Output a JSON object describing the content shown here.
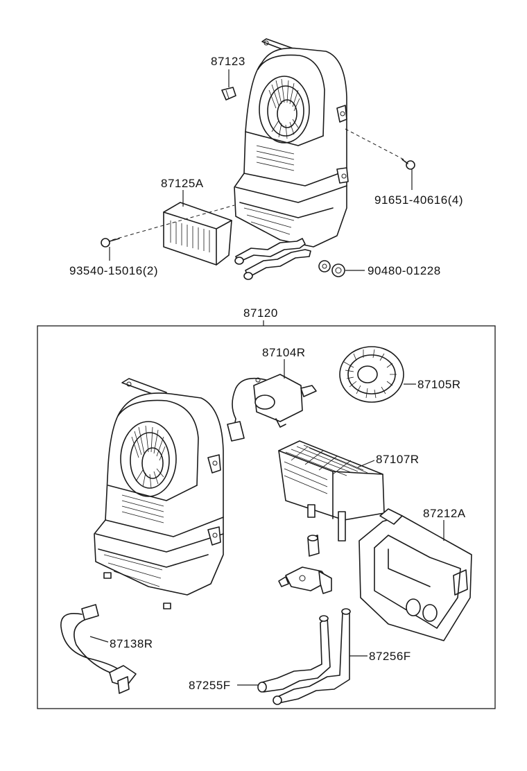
{
  "labels": {
    "p87123": "87123",
    "p87125A": "87125A",
    "p91651": "91651-40616(4)",
    "p93540": "93540-15016(2)",
    "p90480": "90480-01228",
    "p87120": "87120",
    "p87104R": "87104R",
    "p87105R": "87105R",
    "p87107R": "87107R",
    "p87212A": "87212A",
    "p87138R": "87138R",
    "p87256F": "87256F",
    "p87255F": "87255F"
  }
}
